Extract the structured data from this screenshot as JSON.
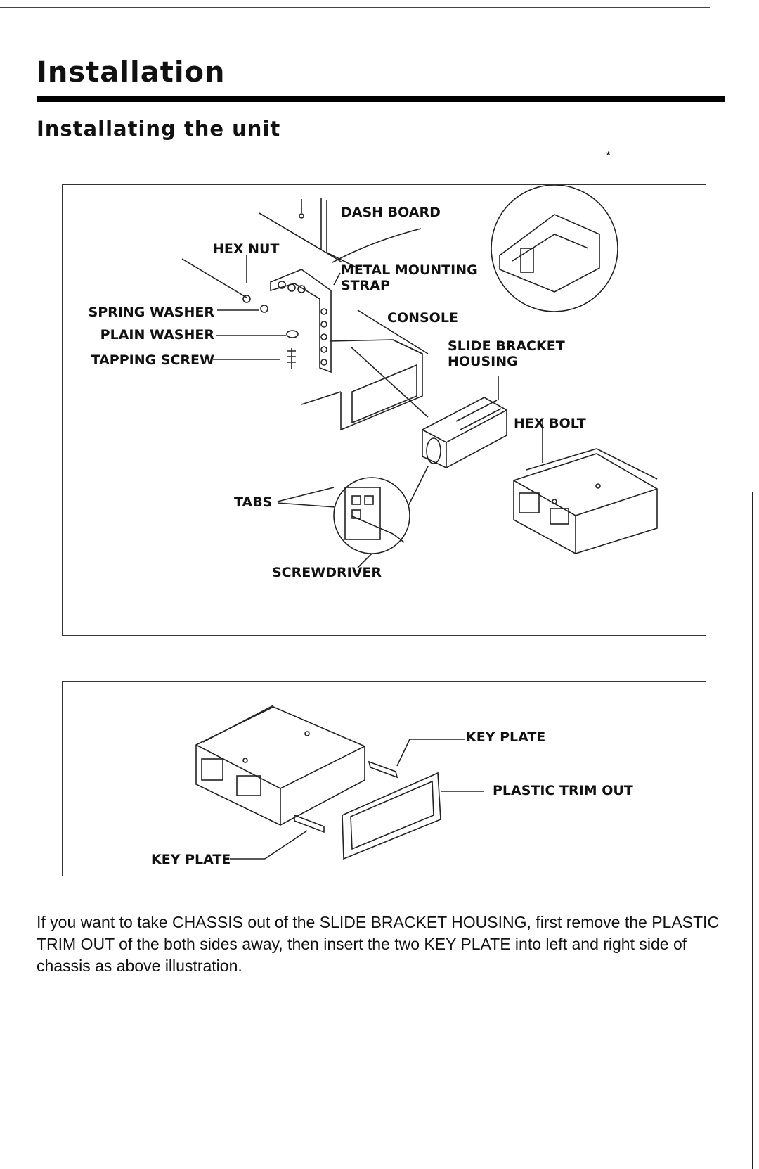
{
  "page": {
    "title": "Installation",
    "subtitle": "Installating the unit",
    "stray_mark": "*"
  },
  "figure1": {
    "labels": {
      "dash_board": "DASH BOARD",
      "hex_nut": "HEX NUT",
      "metal_mounting_strap_1": "METAL MOUNTING",
      "metal_mounting_strap_2": "STRAP",
      "spring_washer": "SPRING WASHER",
      "plain_washer": "PLAIN WASHER",
      "tapping_screw": "TAPPING SCREW",
      "console": "CONSOLE",
      "slide_bracket_housing_1": "SLIDE BRACKET",
      "slide_bracket_housing_2": "HOUSING",
      "hex_bolt": "HEX BOLT",
      "tabs": "TABS",
      "screwdriver": "SCREWDRIVER"
    },
    "icons": [
      "dash-board-drawing",
      "mounting-strap-drawing",
      "hardware-drawing",
      "console-drawing",
      "slide-bracket-drawing",
      "radio-unit-drawing",
      "detail-circle-drawing"
    ]
  },
  "figure2": {
    "labels": {
      "key_plate_top": "KEY PLATE",
      "plastic_trim_out": "PLASTIC TRIM OUT",
      "key_plate_bottom": "KEY PLATE"
    },
    "icons": [
      "radio-unit-drawing",
      "key-plate-drawing",
      "trim-frame-drawing"
    ]
  },
  "instructions": {
    "text": "If you want to take CHASSIS out of the SLIDE BRACKET HOUSING, first remove the PLASTIC TRIM OUT of the both sides away, then insert the two KEY PLATE into left and right side of chassis as above illustration."
  }
}
